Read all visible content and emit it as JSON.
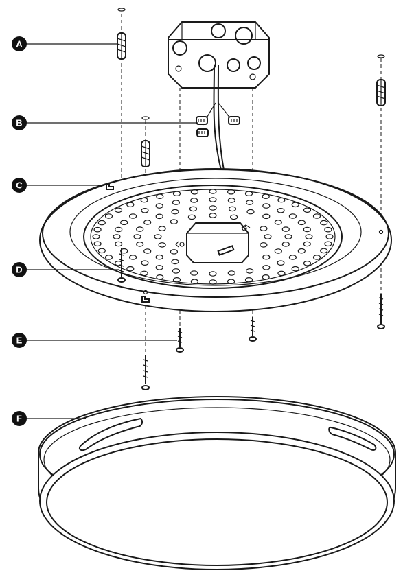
{
  "callouts": [
    {
      "letter": "A"
    },
    {
      "letter": "B"
    },
    {
      "letter": "C"
    },
    {
      "letter": "D"
    },
    {
      "letter": "E"
    },
    {
      "letter": "F"
    }
  ]
}
